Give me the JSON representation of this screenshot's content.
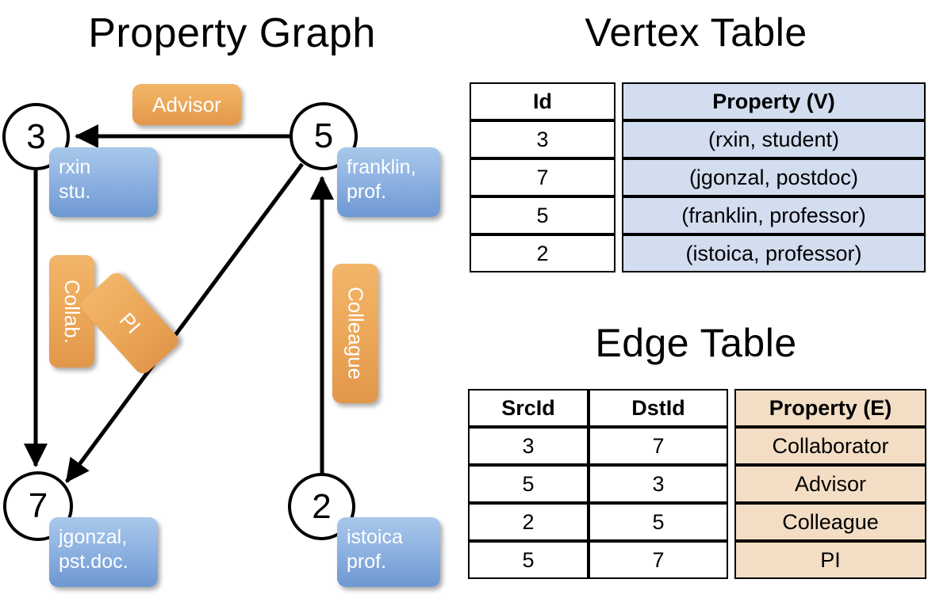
{
  "titles": {
    "property_graph": "Property Graph",
    "vertex_table": "Vertex Table",
    "edge_table": "Edge Table"
  },
  "graph": {
    "nodes": [
      {
        "id": "3",
        "property": "rxin\nstu."
      },
      {
        "id": "5",
        "property": "franklin,\nprof."
      },
      {
        "id": "7",
        "property": "jgonzal,\npst.doc."
      },
      {
        "id": "2",
        "property": "istoica\nprof."
      }
    ],
    "node_labels": {
      "n3": "3",
      "n5": "5",
      "n7": "7",
      "n2": "2"
    },
    "node_props": {
      "p3_line1": "rxin",
      "p3_line2": "stu.",
      "p5_line1": "franklin,",
      "p5_line2": "prof.",
      "p7_line1": "jgonzal,",
      "p7_line2": "pst.doc.",
      "p2_line1": "istoica",
      "p2_line2": "prof."
    },
    "edge_labels": {
      "advisor": "Advisor",
      "collab": "Collab.",
      "pi": "PI",
      "colleague": "Colleague"
    }
  },
  "vertex_table": {
    "headers": [
      "Id",
      "Property (V)"
    ],
    "rows": [
      {
        "id": "3",
        "property": "(rxin, student)"
      },
      {
        "id": "7",
        "property": "(jgonzal, postdoc)"
      },
      {
        "id": "5",
        "property": "(franklin, professor)"
      },
      {
        "id": "2",
        "property": "(istoica, professor)"
      }
    ]
  },
  "edge_table": {
    "headers": [
      "SrcId",
      "DstId",
      "Property (E)"
    ],
    "rows": [
      {
        "src": "3",
        "dst": "7",
        "property": "Collaborator"
      },
      {
        "src": "5",
        "dst": "3",
        "property": "Advisor"
      },
      {
        "src": "2",
        "dst": "5",
        "property": "Colleague"
      },
      {
        "src": "5",
        "dst": "7",
        "property": "PI"
      }
    ]
  },
  "colors": {
    "vertex_property_fill": "#d3ddf0",
    "edge_property_fill": "#f3dec5",
    "node_box_blue": "#8fb3e2",
    "edge_label_orange": "#eda95a",
    "stroke": "#000000"
  }
}
